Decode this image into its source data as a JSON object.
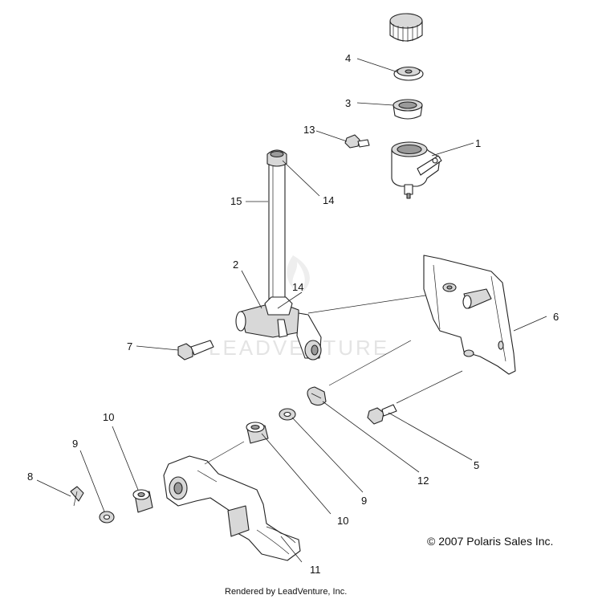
{
  "callouts": {
    "c1": "1",
    "c2": "2",
    "c3": "3",
    "c4": "4",
    "c5": "5",
    "c6": "6",
    "c7": "7",
    "c8": "8",
    "c9a": "9",
    "c9b": "9",
    "c10a": "10",
    "c10b": "10",
    "c11": "11",
    "c12": "12",
    "c13": "13",
    "c14a": "14",
    "c14b": "14",
    "c15": "15"
  },
  "watermark": "LEADVENTURE",
  "copyright": "© 2007 Polaris Sales Inc.",
  "footer": "Rendered by LeadVenture, Inc."
}
